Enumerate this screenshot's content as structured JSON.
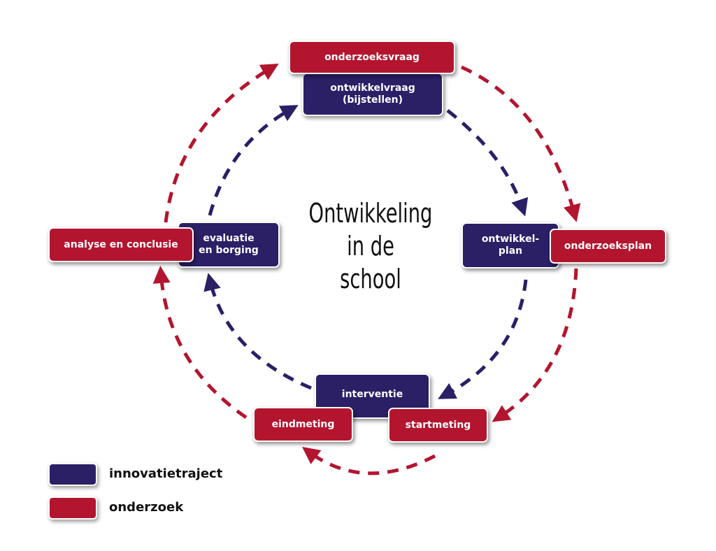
{
  "diagram": {
    "center_title": "Ontwikkeling\nin de\nschool",
    "colors": {
      "innovatie": "#2b1f66",
      "onderzoek": "#b3152f"
    },
    "innovatie_nodes": {
      "ontwikkelvraag": "ontwikkelvraag\n(bijstellen)",
      "ontwikkelplan": "ontwikkel-\nplan",
      "interventie": "interventie",
      "evaluatie": "evaluatie\nen borging"
    },
    "onderzoek_nodes": {
      "onderzoeksvraag": "onderzoeksvraag",
      "onderzoeksplan": "onderzoeksplan",
      "startmeting": "startmeting",
      "eindmeting": "eindmeting",
      "analyse": "analyse en conclusie"
    },
    "legend": [
      {
        "label": "innovatietraject",
        "color": "#2b1f66"
      },
      {
        "label": "onderzoek",
        "color": "#b3152f"
      }
    ]
  }
}
